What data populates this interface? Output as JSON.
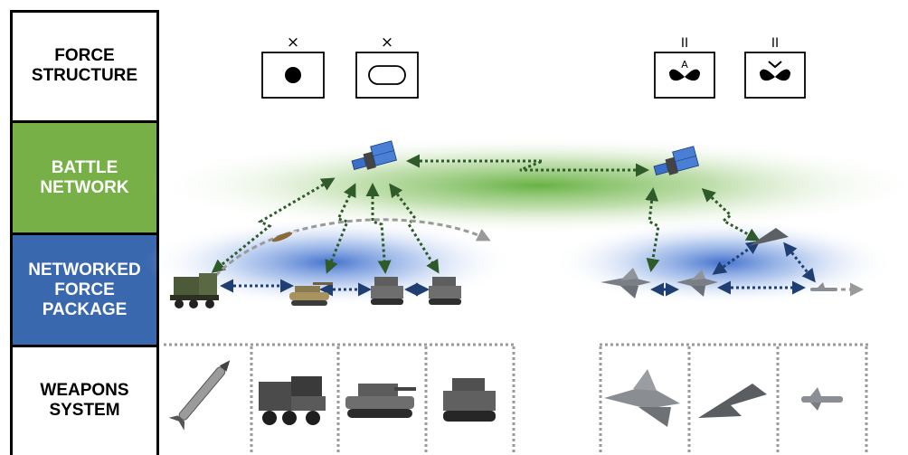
{
  "rows": {
    "force_structure": "FORCE\nSTRUCTURE",
    "battle_network": "BATTLE\nNETWORK",
    "networked_force_package": "NETWORKED\nFORCE\nPACKAGE",
    "weapons_system": "WEAPONS\nSYSTEM"
  },
  "unit_symbols": [
    {
      "echelon": "×",
      "type": "infantry-brigade"
    },
    {
      "echelon": "×",
      "type": "armor-brigade"
    },
    {
      "echelon": "II",
      "type": "aviation-battalion",
      "modifier": "A"
    },
    {
      "echelon": "II",
      "type": "aviation-battalion"
    }
  ],
  "colors": {
    "battle_network": "#78b048",
    "networked_force_package": "#3a68ae",
    "link": "#2f5a2a",
    "link_blue": "#1f3f73",
    "trajectory": "#9a9a9a"
  }
}
